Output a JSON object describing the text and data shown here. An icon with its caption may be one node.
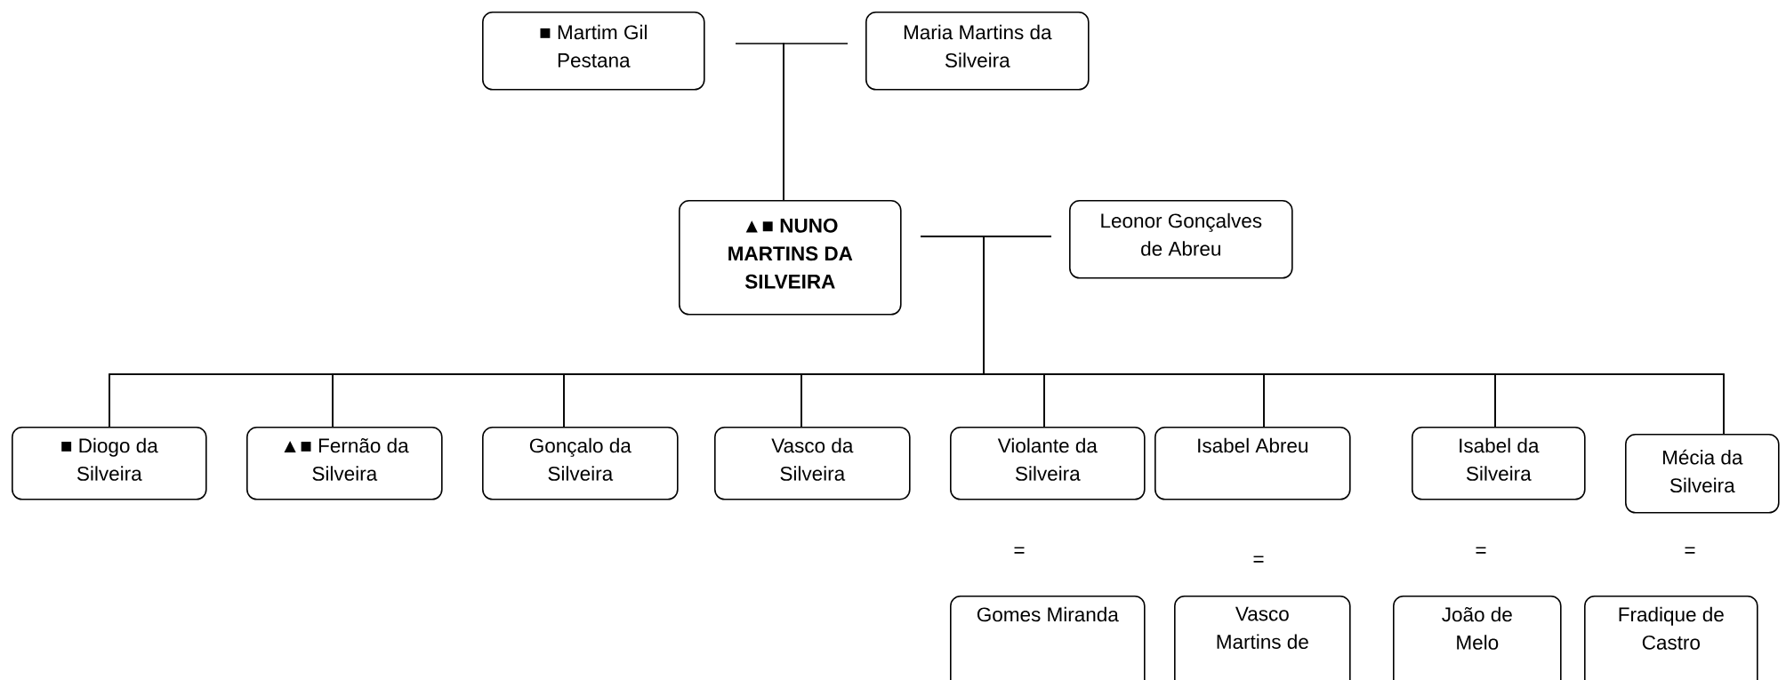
{
  "diagram": {
    "nodes": [
      {
        "text": [
          "■ Martim Gil Pestana"
        ]
      },
      {
        "text": [
          "Maria Martins da Silveira"
        ]
      },
      {
        "text": [
          "▲■ NUNO MARTINS DA SILVEIRA"
        ]
      },
      {
        "text": [
          "Leonor Gonçalves de Abreu"
        ]
      },
      {
        "text": [
          "■ Diogo da Silveira"
        ]
      },
      {
        "text": [
          "▲■ Fernão da Silveira"
        ]
      },
      {
        "text": [
          "Gonçalo da Silveira"
        ]
      },
      {
        "text": [
          "Vasco da Silveira"
        ]
      },
      {
        "text": [
          "Violante da Silveira"
        ]
      },
      {
        "text": [
          "Isabel Abreu"
        ]
      },
      {
        "text": [
          "Isabel da Silveira"
        ]
      },
      {
        "text": [
          "Mécia da Silveira"
        ]
      },
      {
        "text": [
          "Gomes Miranda"
        ]
      },
      {
        "text": [
          "Vasco Martins de"
        ]
      },
      {
        "text": [
          "João de Melo"
        ]
      },
      {
        "text": [
          "Fradique de Castro"
        ]
      }
    ],
    "edges": [
      {
        "from": 0,
        "to": 2,
        "arrow": "none"
      },
      {
        "from": 1,
        "to": 2,
        "arrow": "none"
      },
      {
        "from": 2,
        "to": 4,
        "arrow": "none"
      },
      {
        "from": 2,
        "to": 5,
        "arrow": "none"
      },
      {
        "from": 2,
        "to": 6,
        "arrow": "none"
      },
      {
        "from": 2,
        "to": 7,
        "arrow": "none"
      },
      {
        "from": 2,
        "to": 8,
        "arrow": "none"
      },
      {
        "from": 2,
        "to": 9,
        "arrow": "none"
      },
      {
        "from": 2,
        "to": 10,
        "arrow": "none"
      },
      {
        "from": 2,
        "to": 11,
        "arrow": "none"
      },
      {
        "from": 3,
        "to": 4,
        "arrow": "none"
      },
      {
        "from": 3,
        "to": 5,
        "arrow": "none"
      },
      {
        "from": 3,
        "to": 6,
        "arrow": "none"
      },
      {
        "from": 3,
        "to": 7,
        "arrow": "none"
      },
      {
        "from": 3,
        "to": 8,
        "arrow": "none"
      },
      {
        "from": 3,
        "to": 9,
        "arrow": "none"
      },
      {
        "from": 3,
        "to": 10,
        "arrow": "none"
      },
      {
        "from": 3,
        "to": 11,
        "arrow": "none"
      }
    ],
    "labels": [
      "=",
      "=",
      "=",
      "="
    ]
  }
}
